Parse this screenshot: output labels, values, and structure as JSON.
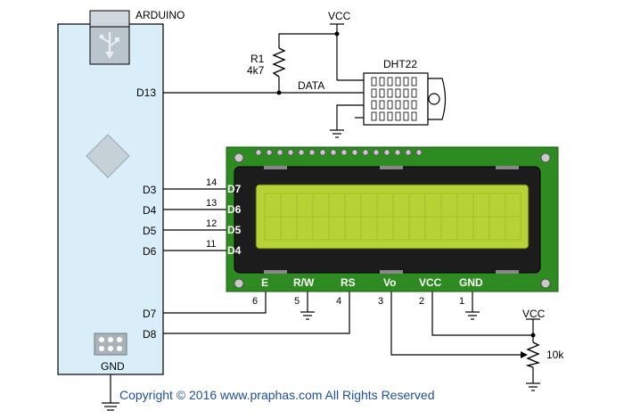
{
  "arduino": {
    "title": "ARDUINO",
    "gnd": "GND",
    "pins": [
      "D13",
      "D3",
      "D4",
      "D5",
      "D6",
      "D7",
      "D8"
    ]
  },
  "sensor": {
    "name": "DHT22",
    "data_label": "DATA",
    "resistor_name": "R1",
    "resistor_value": "4k7",
    "vcc": "VCC"
  },
  "lcd": {
    "side_labels": [
      "D7",
      "D6",
      "D5",
      "D4"
    ],
    "side_pin_numbers": [
      "14",
      "13",
      "12",
      "11"
    ],
    "bottom_labels": [
      "E",
      "R/W",
      "RS",
      "Vo",
      "VCC",
      "GND"
    ],
    "bottom_pin_numbers": [
      "6",
      "5",
      "4",
      "3",
      "2",
      "1"
    ],
    "backlight_color": "#b5d334",
    "board_color": "#2e8b22"
  },
  "potentiometer": {
    "vcc": "VCC",
    "value": "10k"
  },
  "footer": {
    "copyright": "Copyright © 2016 www.praphas.com  All Rights Reserved"
  }
}
